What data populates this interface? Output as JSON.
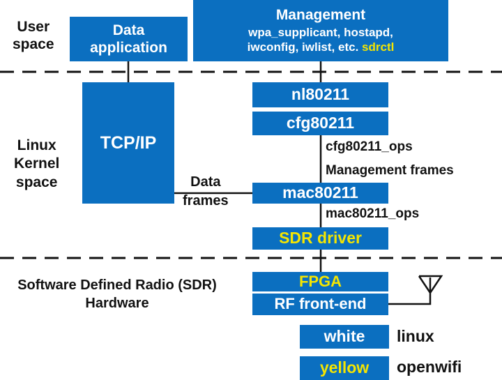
{
  "colors": {
    "box_fill": "#0b6fc0",
    "box_text": "#ffffff",
    "openwifi_text": "#f5e500",
    "line": "#111111"
  },
  "layers": {
    "user_space": [
      "User",
      "space"
    ],
    "kernel_space": [
      "Linux",
      "Kernel",
      "space"
    ],
    "hardware": [
      "Software Defined Radio (SDR)",
      "Hardware"
    ]
  },
  "boxes": {
    "data_application": [
      "Data",
      "application"
    ],
    "management": {
      "title": "Management",
      "tools_line1": "wpa_supplicant, hostapd,",
      "tools_line2": "iwconfig, iwlist, etc.",
      "sdrctl": "sdrctl"
    },
    "tcpip": "TCP/IP",
    "nl80211": "nl80211",
    "cfg80211": "cfg80211",
    "mac80211": "mac80211",
    "sdr_driver": "SDR driver",
    "fpga": "FPGA",
    "rf_frontend": "RF front-end"
  },
  "edge_labels": {
    "data_frames": [
      "Data",
      "frames"
    ],
    "cfg80211_ops": "cfg80211_ops",
    "management_frames": "Management frames",
    "mac80211_ops": "mac80211_ops"
  },
  "legend": [
    {
      "swatch": "white",
      "label": "linux",
      "text_color": "#ffffff"
    },
    {
      "swatch": "yellow",
      "label": "openwifi",
      "text_color": "#f5e500"
    }
  ]
}
